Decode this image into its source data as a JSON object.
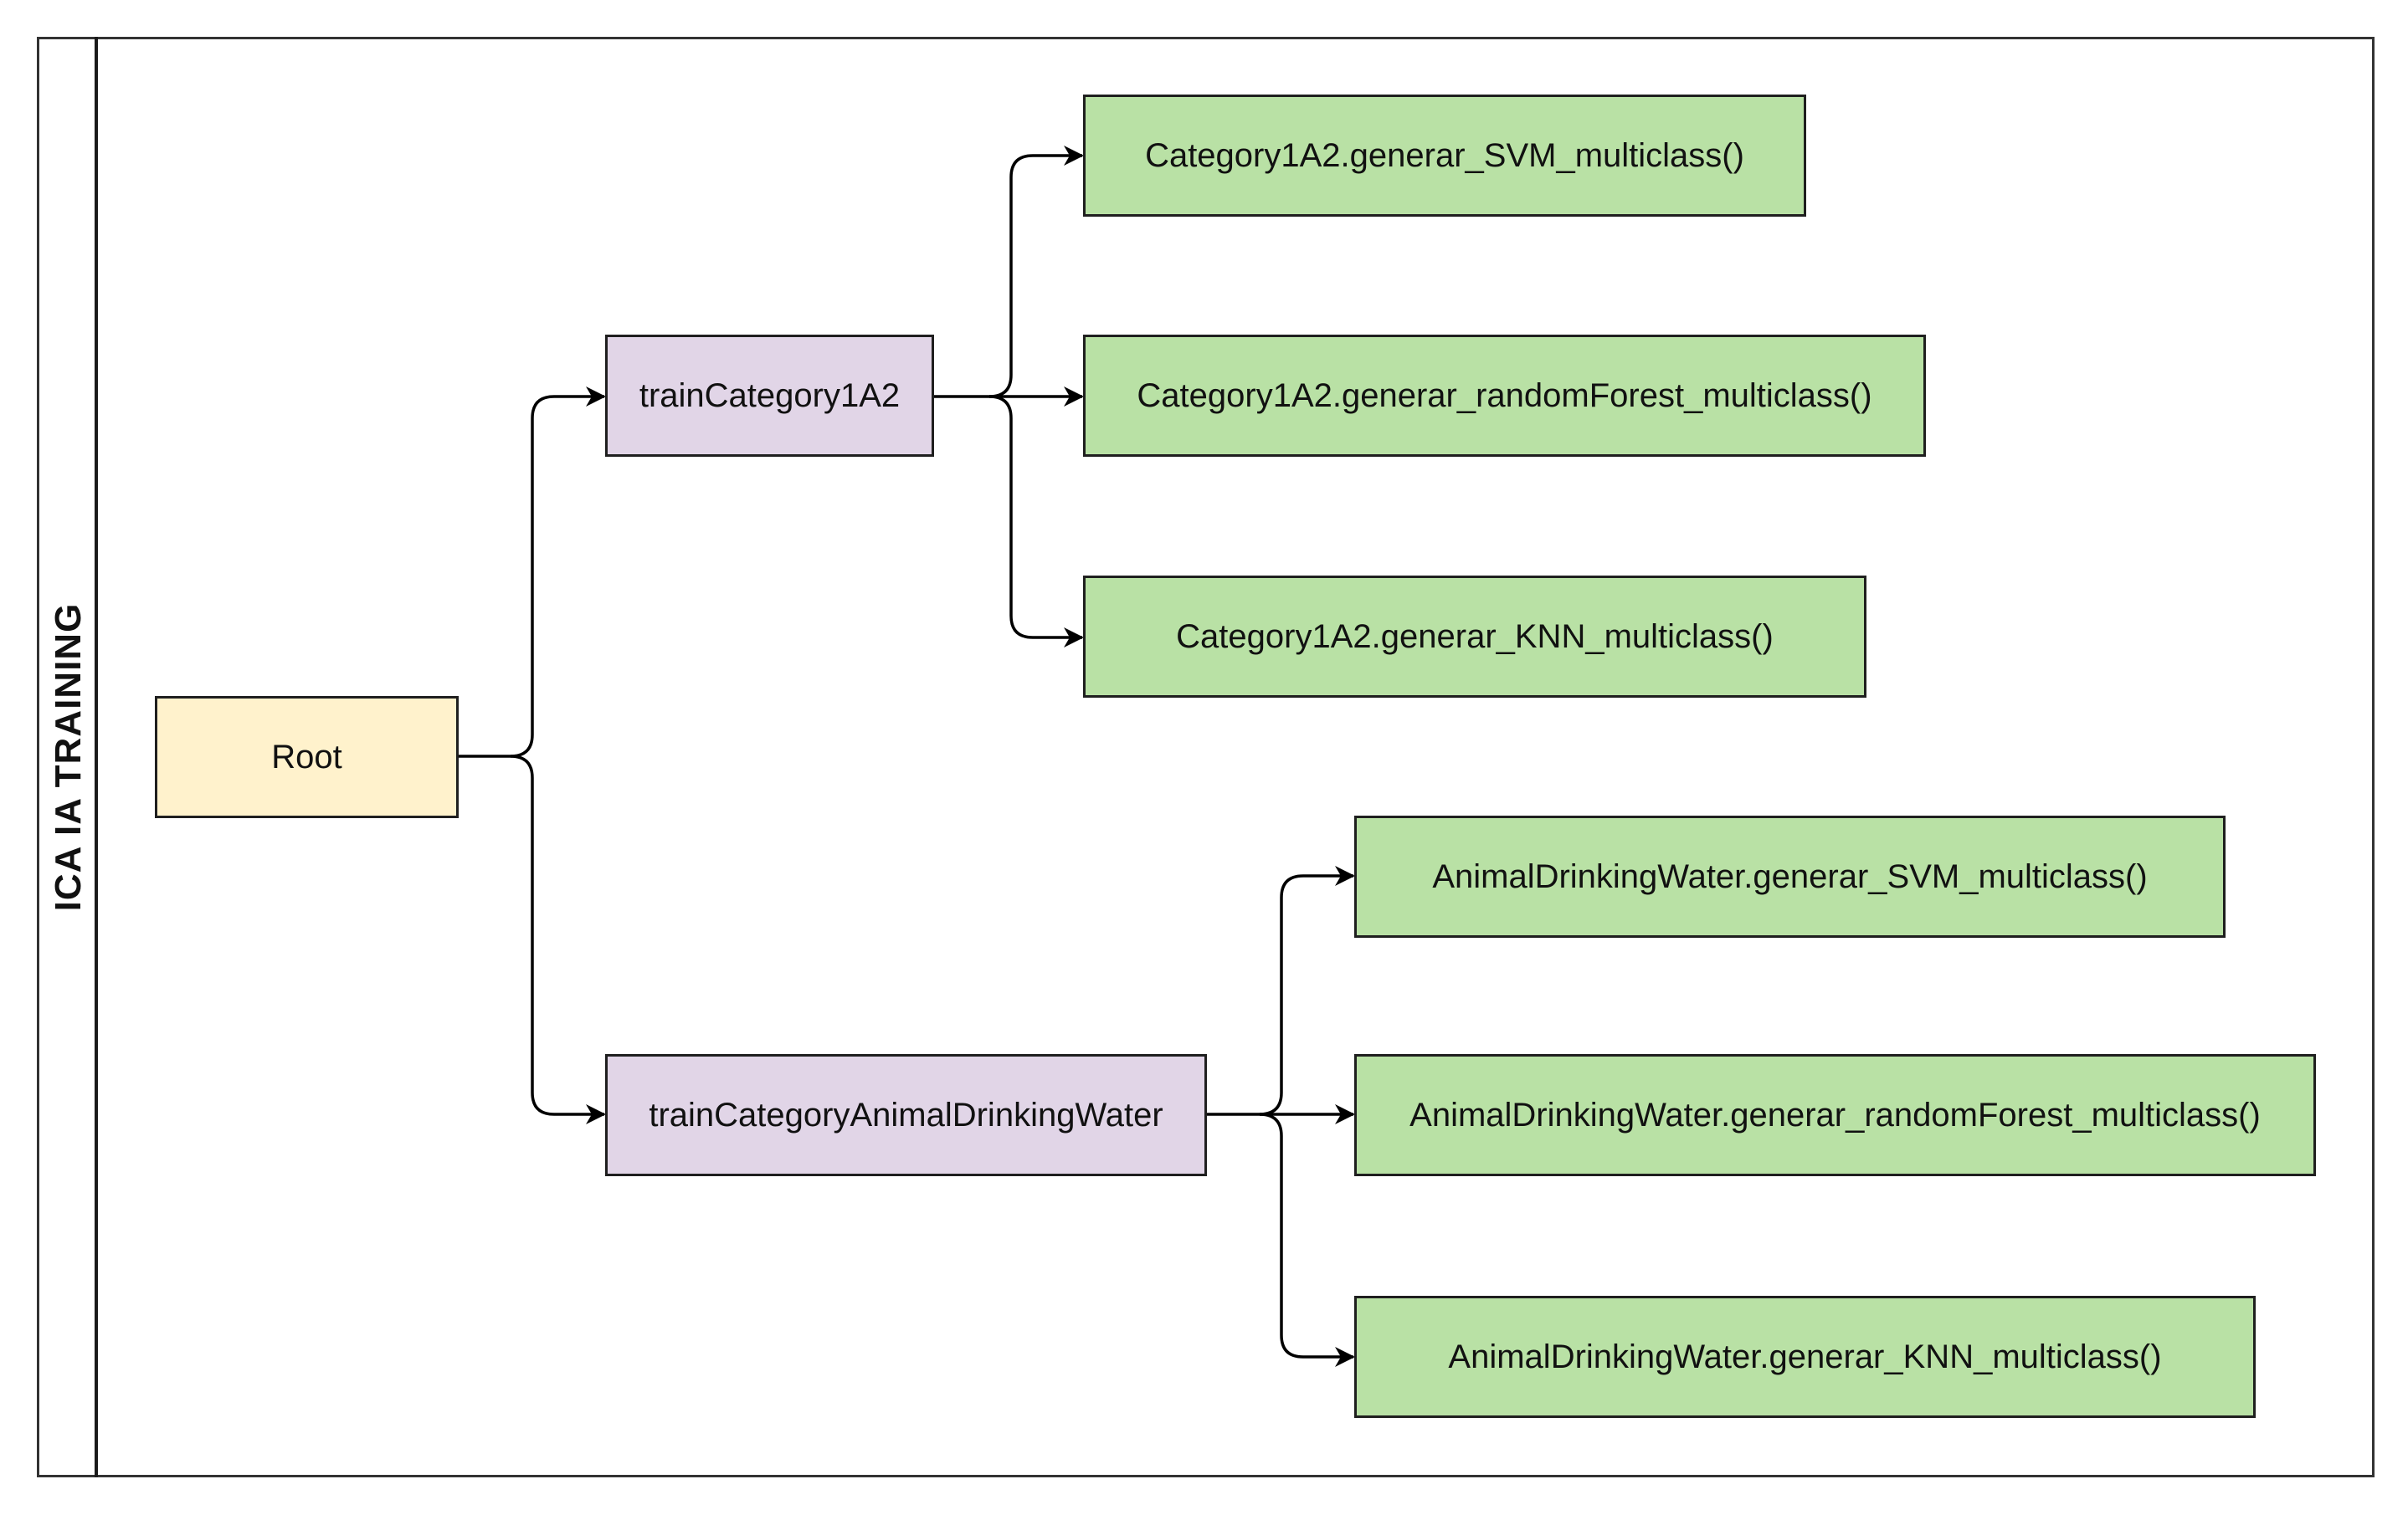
{
  "lane": {
    "title": "ICA IA TRAINING"
  },
  "colors": {
    "root_fill": "#fff2cc",
    "train_fill": "#e1d5e7",
    "model_fill": "#b9e1a5",
    "line": "#000000"
  },
  "nodes": {
    "root": "Root",
    "train_category1a2": "trainCategory1A2",
    "train_animal_drinking_water": "trainCategoryAnimalDrinkingWater",
    "c1a2_svm": "Category1A2.generar_SVM_multiclass()",
    "c1a2_random_forest": "Category1A2.generar_randomForest_multiclass()",
    "c1a2_knn": "Category1A2.generar_KNN_multiclass()",
    "adw_svm": "AnimalDrinkingWater.generar_SVM_multiclass()",
    "adw_random_forest": "AnimalDrinkingWater.generar_randomForest_multiclass()",
    "adw_knn": "AnimalDrinkingWater.generar_KNN_multiclass()"
  }
}
